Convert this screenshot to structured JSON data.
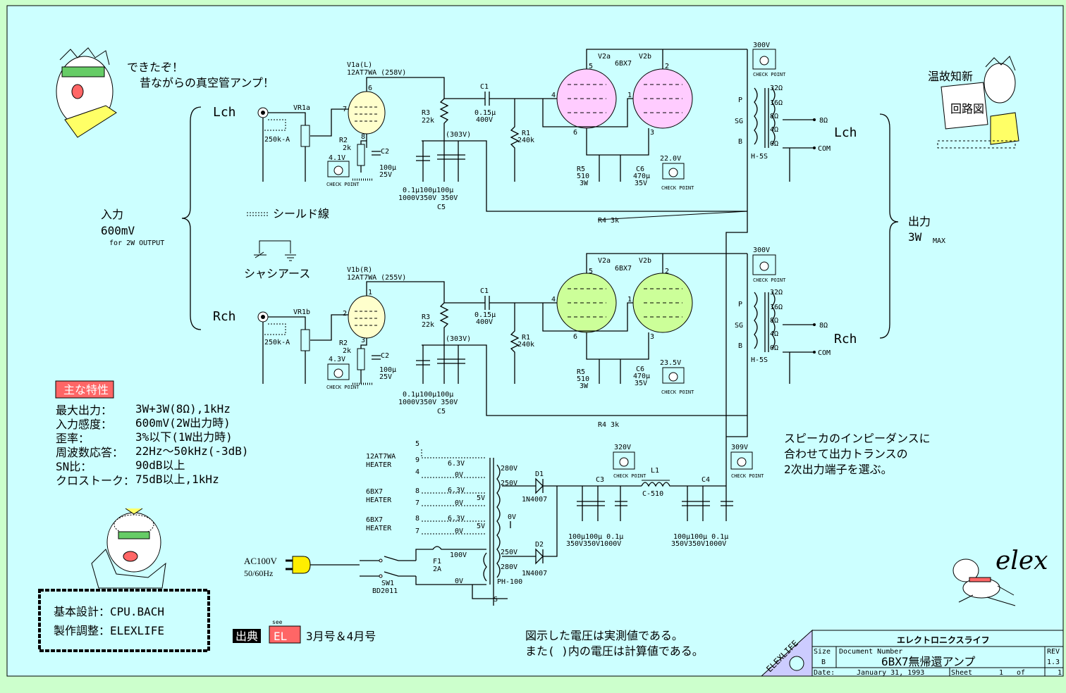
{
  "bubble": {
    "line1": "できたぞ！",
    "line2": "昔ながらの真空管アンプ！"
  },
  "onkochishin": "温故知新",
  "sketch_label": "回路図",
  "input": {
    "lch": "Lch",
    "rch": "Rch",
    "label": "入力",
    "level": "600mV",
    "note": "for 2W OUTPUT",
    "shield": "シールド線",
    "chassis": "シャシアース"
  },
  "output": {
    "lch": "Lch",
    "rch": "Rch",
    "label": "出力",
    "power": "3W",
    "max": "MAX"
  },
  "lch_stage": {
    "tube_name": "V1a(L)",
    "tube_type": "12AT7WA (258V)",
    "vr": "VR1a",
    "vr_value": "250k-A",
    "r2": "R2",
    "r2_val": "2k",
    "c2": "C2",
    "c2_val": "100μ",
    "c2_volt": "25V",
    "r3": "R3",
    "r3_val": "22k",
    "c1": "C1",
    "c1_val": "0.15μ",
    "c1_volt": "400V",
    "r1": "R1",
    "r1_val": "240k",
    "b_voltage": "(303V)",
    "c5_vals": "0.1μ100μ100μ",
    "c5_volts": "1000V350V 350V",
    "c5": "C5",
    "cathode_v": "4.1V",
    "v2a": "V2a",
    "v2b": "V2b",
    "tube2": "6BX7",
    "r5": "R5",
    "r5_val": "510",
    "r5_w": "3W",
    "c6": "C6",
    "c6_val": "470μ",
    "c6_volt": "35V",
    "cathode_v2": "22.0V",
    "plate_v": "300V",
    "r4": "R4 3k",
    "pins": [
      "6",
      "7",
      "8",
      "5",
      "2",
      "4",
      "1",
      "6",
      "3"
    ]
  },
  "rch_stage": {
    "tube_name": "V1b(R)",
    "tube_type": "12AT7WA (255V)",
    "vr": "VR1b",
    "vr_value": "250k-A",
    "r2": "R2",
    "r2_val": "2k",
    "c2": "C2",
    "c2_val": "100μ",
    "c2_volt": "25V",
    "r3": "R3",
    "r3_val": "22k",
    "c1": "C1",
    "c1_val": "0.15μ",
    "c1_volt": "400V",
    "r1": "R1",
    "r1_val": "240k",
    "b_voltage": "(303V)",
    "c5_vals": "0.1μ100μ100μ",
    "c5_volts": "1000V350V 350V",
    "c5": "C5",
    "cathode_v": "4.3V",
    "v2a": "V2a",
    "v2b": "V2b",
    "tube2": "6BX7",
    "r5": "R5",
    "r5_val": "510",
    "r5_w": "3W",
    "c6": "C6",
    "c6_val": "470μ",
    "c6_volt": "35V",
    "cathode_v2": "23.5V",
    "plate_v": "300V",
    "r4": "R4 3k",
    "pins": [
      "1",
      "2",
      "3",
      "5",
      "2",
      "4",
      "1",
      "6",
      "3"
    ]
  },
  "transformer": {
    "p": "P",
    "sg": "SG",
    "b": "B",
    "model": "H-5S",
    "taps": [
      "32Ω",
      "16Ω",
      "8Ω",
      "4Ω",
      "0Ω"
    ],
    "out8": "8Ω",
    "com": "COM"
  },
  "check_point": "CHECK POINT",
  "specs": {
    "badge": "主な特性",
    "rows": [
      {
        "k": "最大出力：",
        "v": "3W+3W(8Ω),1kHz"
      },
      {
        "k": "入力感度：",
        "v": "600mV(2W出力時)"
      },
      {
        "k": "歪率：",
        "v": "3%以下(1W出力時)"
      },
      {
        "k": "周波数応答：",
        "v": "22Hz～50kHz(-3dB)"
      },
      {
        "k": "SN比：",
        "v": "90dB以上"
      },
      {
        "k": "クロストーク：",
        "v": "75dB以上,1kHz"
      }
    ]
  },
  "power": {
    "heaters": [
      {
        "name1": "12AT7WA",
        "name2": "HEATER",
        "v": "6.3V",
        "z": "0V",
        "p1": "5",
        "p2": "9",
        "p3": "4"
      },
      {
        "name1": "6BX7",
        "name2": "HEATER",
        "v": "6.3V",
        "z": "0V",
        "p1": "8",
        "p3": "7",
        "fv": "5V"
      },
      {
        "name1": "6BX7",
        "name2": "HEATER",
        "v": "6.3V",
        "z": "0V",
        "p1": "8",
        "p3": "7",
        "fv": "5V"
      }
    ],
    "ac": "AC100V",
    "hz": "50/60Hz",
    "sw": "SW1",
    "sw_model": "BD2011",
    "fuse": "F1",
    "fuse_val": "2A",
    "pt": "PH-100",
    "pt_in": [
      "100V",
      "0V"
    ],
    "sec": [
      "280V",
      "250V",
      "0V",
      "250V",
      "280V"
    ],
    "d1": "D1",
    "d2": "D2",
    "diode": "1N4007",
    "c3": "C3",
    "l1": "L1",
    "l1_val": "C-510",
    "c4": "C4",
    "cap_vals": "100μ100μ 0.1μ",
    "cap_volts": "350V350V1000V",
    "v320": "320V",
    "v309": "309V",
    "s": "S"
  },
  "speaker_note": [
    "スピーカのインピーダンスに",
    "合わせて出力トランスの",
    "2次出力端子を選ぶ。"
  ],
  "credits": {
    "design": "基本設計：CPU.BACH",
    "build": "製作調整：ELEXLIFE"
  },
  "source": {
    "badge": "出典",
    "see": "see",
    "el": "EL",
    "issues": "3月号＆4月号"
  },
  "notes": [
    "図示した電圧は実測値である。",
    "また( )内の電圧は計算値である。"
  ],
  "logo": "elex",
  "title_block": {
    "company": "エレクトロニクスライフ",
    "size_l": "Size",
    "size": "B",
    "docnum_l": "Document Number",
    "title": "6BX7無帰還アンプ",
    "rev_l": "REV",
    "rev": "1.3",
    "date_l": "Date:",
    "date": "January 31, 1993",
    "sheet_l": "Sheet",
    "sheet": "1",
    "of": "of",
    "total": "1",
    "stamp": "ELEXLIFE"
  },
  "colors": {
    "bg": "#ccffcc",
    "sheet": "#ccffff",
    "tube_l1": "#ffffcc",
    "tube_l2": "#ffccff",
    "tube_r2": "#ccff99",
    "badge_red": "#ff6666",
    "plug": "#ffee00"
  }
}
